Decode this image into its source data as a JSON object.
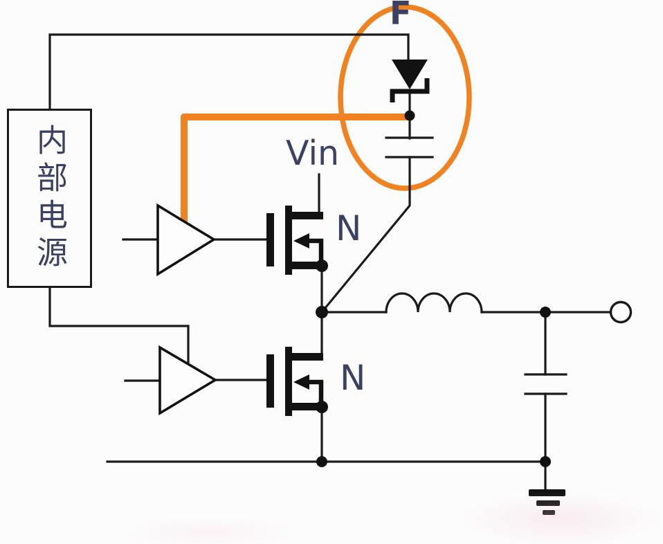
{
  "diagram": {
    "cropped_top_text": "F",
    "power_box_label": "内部电源",
    "vin_label": "Vin",
    "high_side_fet_label": "N",
    "low_side_fet_label": "N",
    "colors": {
      "line": "#1b1b1b",
      "symbol": "#121212",
      "text": "#3a4162",
      "highlight": "#f08222",
      "background": "#fcfcfd"
    }
  }
}
